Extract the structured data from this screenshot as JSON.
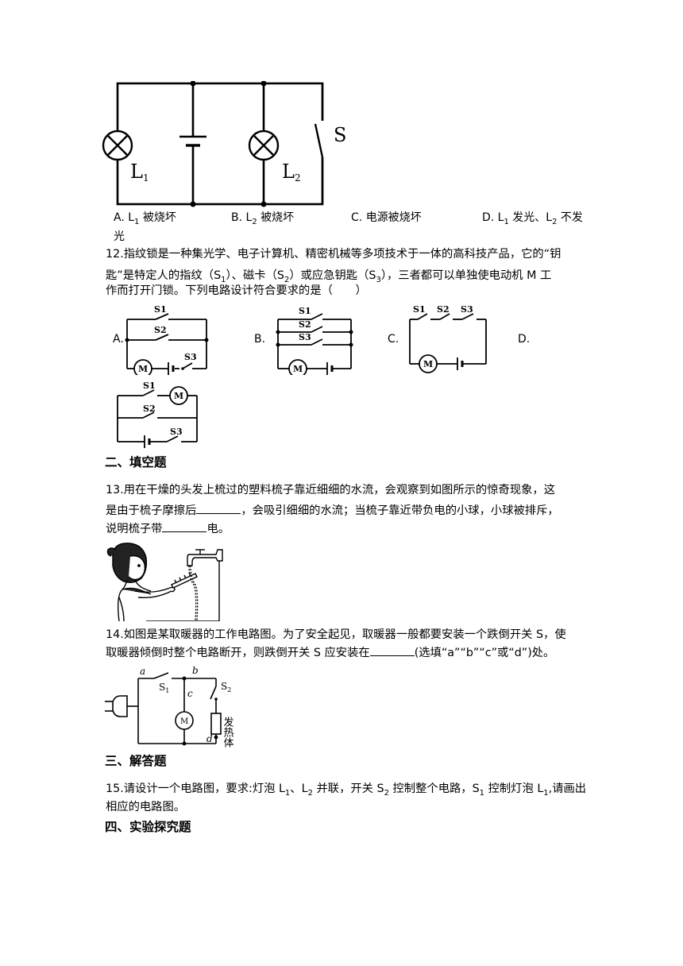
{
  "q11": {
    "fig": {
      "lamp1": "L",
      "lamp1_sub": "1",
      "lamp2": "L",
      "lamp2_sub": "2",
      "switch": "S"
    },
    "options": [
      {
        "prefix": "A. L",
        "sub": "1",
        "suffix": " 被烧坏"
      },
      {
        "prefix": "B. L",
        "sub": "2",
        "suffix": " 被烧坏"
      },
      {
        "prefix": "C. ",
        "sub": "",
        "suffix": "电源被烧坏"
      },
      {
        "prefix": "D. L",
        "sub": "1",
        "suffix": " 发光、L",
        "sub2": "2",
        "suffix2": " 不发"
      }
    ],
    "option_d_wrap": "光"
  },
  "q12": {
    "line1": "12.指纹锁是一种集光学、电子计算机、精密机械等多项技术于一体的高科技产品，它的“钥",
    "line2_a": "匙”是特定人的指纹（S",
    "line2_b": "）、磁卡（S",
    "line2_c": "）或应急钥匙（S",
    "line2_d": "），三者都可以单独使电动机 M 工",
    "line3": "作而打开门锁。下列电路设计符合要求的是（　　）",
    "option_letters": [
      "A.",
      "B.",
      "C.",
      "D."
    ],
    "fig_labels": {
      "s1": "S1",
      "s2": "S2",
      "s3": "S3",
      "motor": "M"
    }
  },
  "section2": "二、填空题",
  "q13": {
    "line1": "13.用在干燥的头发上梳过的塑料梳子靠近细细的水流，会观察到如图所示的惊奇现象，这",
    "line2_a": "是由于梳子摩擦后",
    "line2_b": "，会吸引细细的水流；当梳子靠近带负电的小球，小球被排斥，",
    "line3_a": "说明梳子带",
    "line3_b": "电。"
  },
  "q14": {
    "line1": "14.如图是某取暖器的工作电路图。为了安全起见，取暖器一般都要安装一个跌倒开关 S，使",
    "line2_a": "取暖器倾倒时整个电路断开，则跌倒开关 S 应安装在",
    "line2_b": "(选填“a”“b”“c”或“d”)处。",
    "fig": {
      "a": "a",
      "b": "b",
      "c": "c",
      "d": "d",
      "s1": "S",
      "s1_sub": "1",
      "s2": "S",
      "s2_sub": "2",
      "motor": "M",
      "heater": "发热体"
    }
  },
  "section3": "三、解答题",
  "q15": {
    "line1_a": "15.请设计一个电路图，要求:灯泡 L",
    "line1_b": "、L",
    "line1_c": " 并联，开关 S",
    "line1_d": " 控制整个电路，S",
    "line1_e": " 控制灯泡 L",
    "line1_f": ",请画出",
    "line2": "相应的电路图。",
    "subs": [
      "1",
      "2",
      "2",
      "1",
      "1"
    ]
  },
  "section4": "四、实验探究题"
}
